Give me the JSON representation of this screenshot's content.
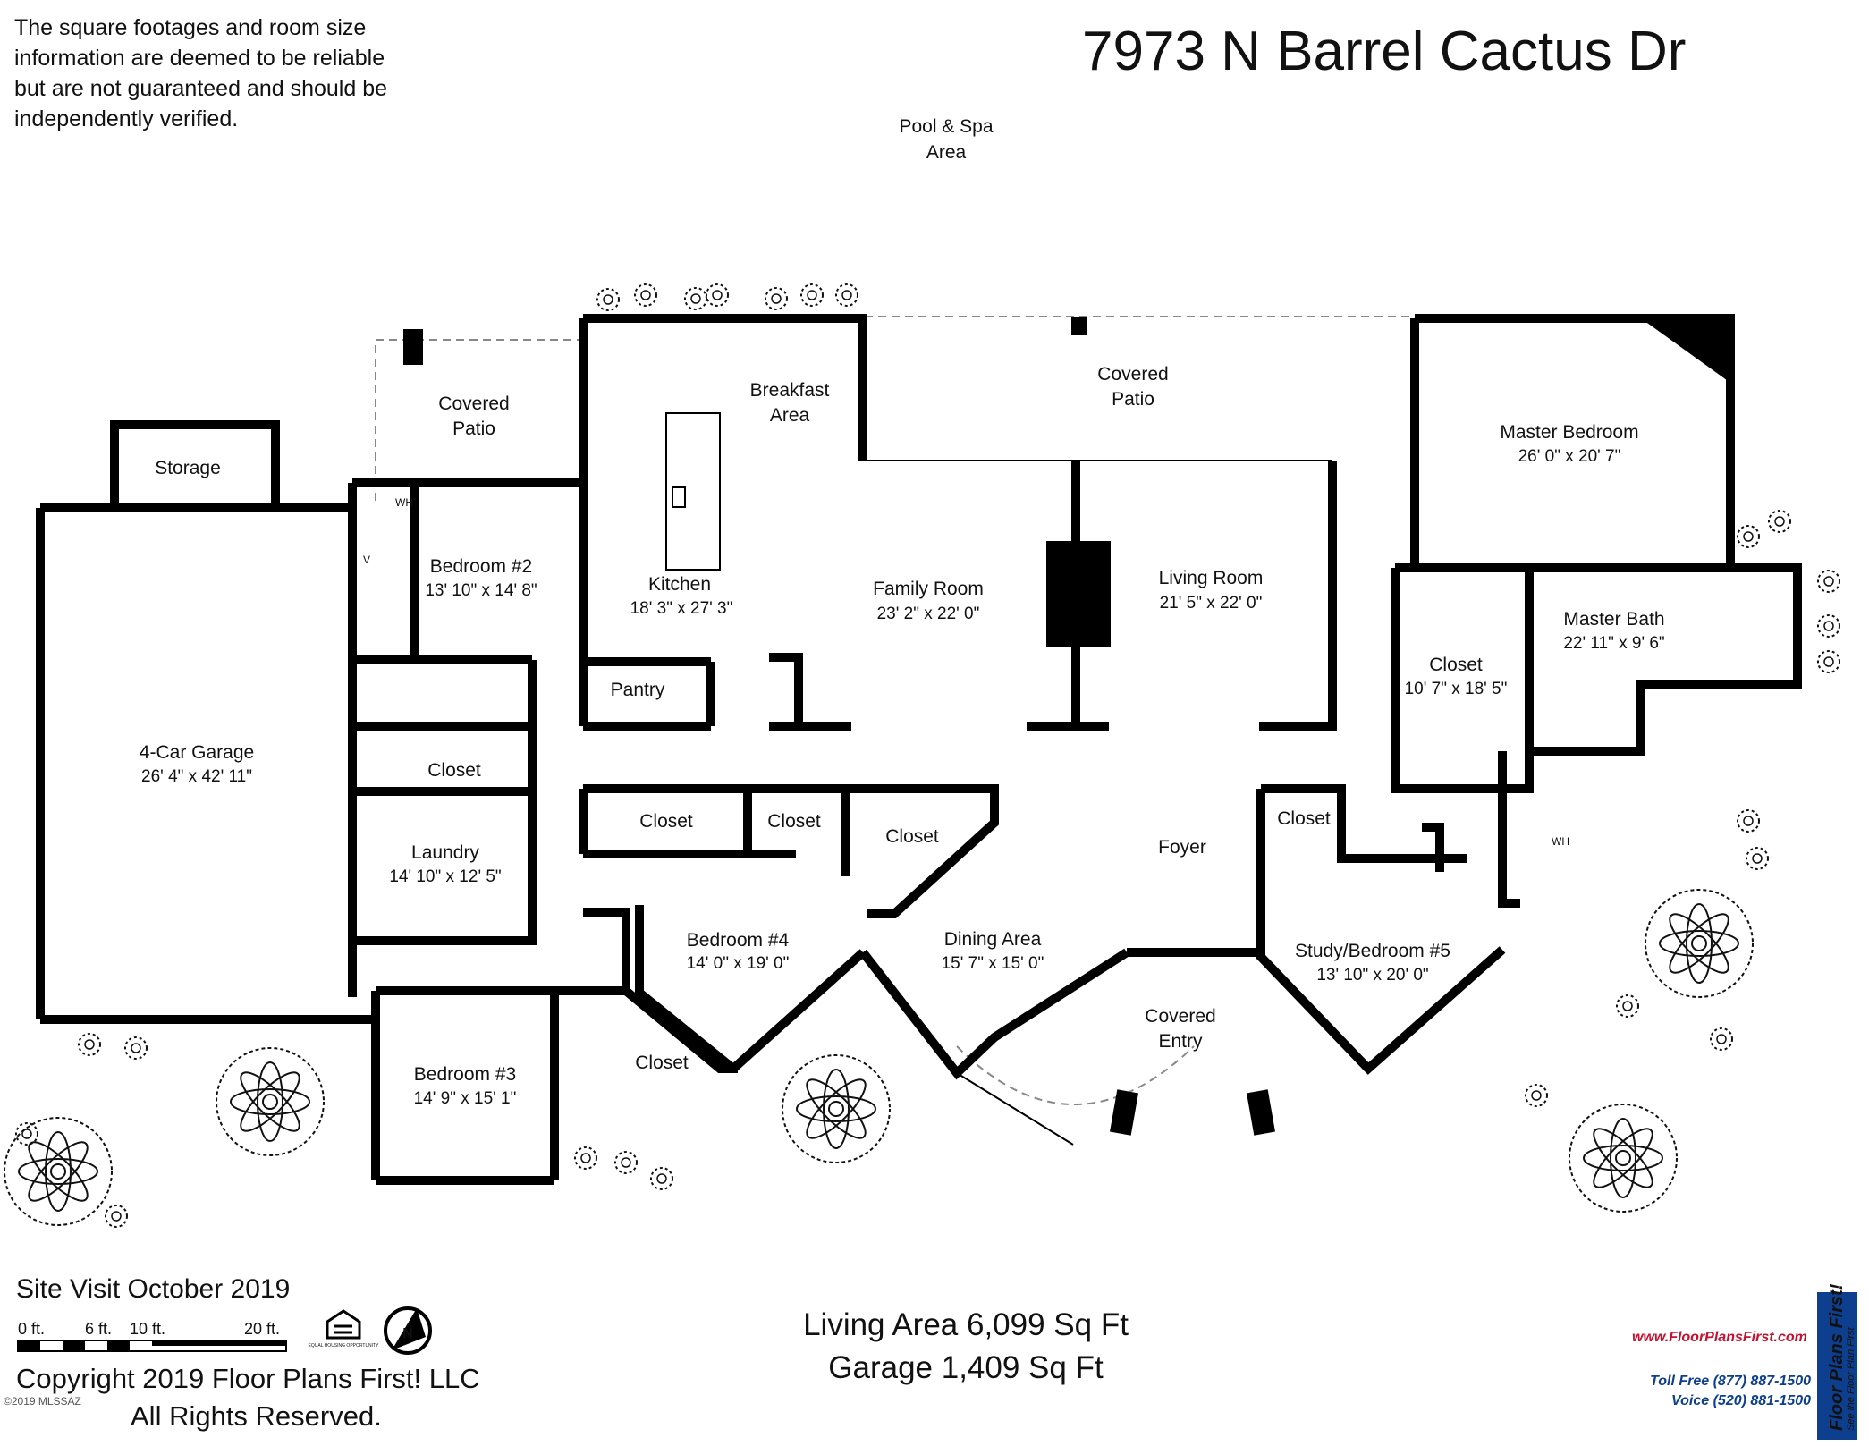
{
  "disclaimer": "The square footages and room size information are deemed to be reliable but are not guaranteed and should be independently verified.",
  "address": "7973 N Barrel Cactus Dr",
  "outdoor": {
    "pool_line1": "Pool & Spa",
    "pool_line2": "Area",
    "patio_left_line1": "Covered",
    "patio_left_line2": "Patio",
    "patio_top_line1": "Covered",
    "patio_top_line2": "Patio",
    "entry_line1": "Covered",
    "entry_line2": "Entry"
  },
  "rooms": {
    "storage": {
      "name": "Storage"
    },
    "garage": {
      "name": "4-Car Garage",
      "dims": "26' 4\" x 42' 11\""
    },
    "bedroom2": {
      "name": "Bedroom #2",
      "dims": "13' 10\" x 14' 8\""
    },
    "kitchen": {
      "name": "Kitchen",
      "dims": "18' 3\" x 27' 3\""
    },
    "breakfast": {
      "name1": "Breakfast",
      "name2": "Area"
    },
    "pantry": {
      "name": "Pantry"
    },
    "family": {
      "name": "Family Room",
      "dims": "23' 2\" x 22' 0\""
    },
    "living": {
      "name": "Living Room",
      "dims": "21' 5\" x 22' 0\""
    },
    "master_bed": {
      "name": "Master Bedroom",
      "dims": "26' 0\" x 20' 7\""
    },
    "master_bath": {
      "name": "Master Bath",
      "dims": "22' 11\" x 9' 6\""
    },
    "master_closet": {
      "name": "Closet",
      "dims": "10' 7\" x 18' 5\""
    },
    "closet_a": {
      "name": "Closet"
    },
    "laundry": {
      "name": "Laundry",
      "dims": "14' 10\" x 12' 5\""
    },
    "closet_b": {
      "name": "Closet"
    },
    "closet_c": {
      "name": "Closet"
    },
    "closet_d": {
      "name": "Closet"
    },
    "bedroom4": {
      "name": "Bedroom #4",
      "dims": "14' 0\" x 19' 0\""
    },
    "dining": {
      "name": "Dining Area",
      "dims": "15' 7\" x 15' 0\""
    },
    "foyer": {
      "name": "Foyer"
    },
    "closet_e": {
      "name": "Closet"
    },
    "study": {
      "name": "Study/Bedroom #5",
      "dims": "13' 10\" x 20' 0\""
    },
    "bedroom3": {
      "name": "Bedroom #3",
      "dims": "14' 9\" x 15' 1\""
    },
    "closet_f": {
      "name": "Closet"
    }
  },
  "fixtures": {
    "wh": "WH",
    "v": "V",
    "north": "N"
  },
  "footer": {
    "site_visit": "Site Visit October 2019",
    "scale": {
      "t0": "0 ft.",
      "t6": "6 ft.",
      "t10": "10 ft.",
      "t20": "20 ft."
    },
    "living_area": "Living Area 6,099 Sq Ft",
    "garage_area": "Garage 1,409 Sq Ft",
    "copyright": "Copyright 2019 Floor Plans First! LLC",
    "rights": "All Rights Reserved.",
    "mls": "©2019 MLSSAZ",
    "ehl_label": "EQUAL HOUSING OPPORTUNITY"
  },
  "brand": {
    "url": "www.FloorPlansFirst.com",
    "toll_free": "Toll Free (877) 887-1500",
    "voice": "Voice (520) 881-1500",
    "logo_line1": "Floor Plans First!",
    "logo_line2": "See the Floor Plan First",
    "color_red": "#c8102e",
    "color_blue": "#0d3f8e"
  },
  "icons": [
    "tree-icon",
    "shrub-icon",
    "north-arrow-icon",
    "equal-housing-icon",
    "floor-plans-first-logo"
  ]
}
